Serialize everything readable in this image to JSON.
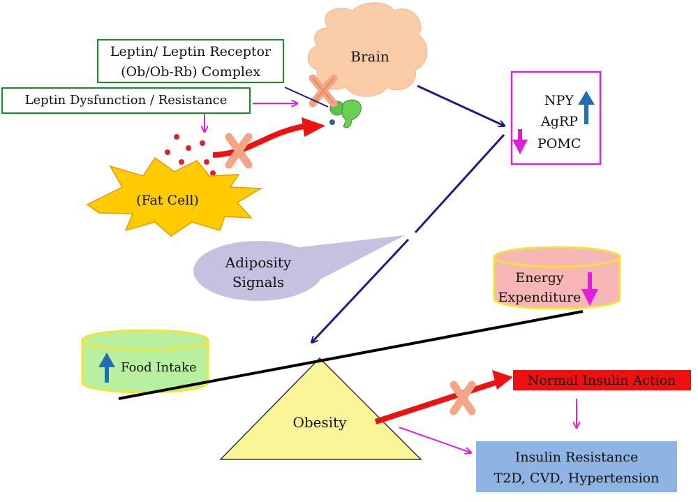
{
  "labels": {
    "brain": "Brain",
    "leptin_complex_line1": "Leptin/ Leptin Receptor",
    "leptin_complex_line2": "(Ob/Ob-Rb) Complex",
    "leptin_dysfunction": "Leptin Dysfunction / Resistance",
    "fat_cell": "(Fat Cell)",
    "npy": "NPY",
    "agrp": "AgRP",
    "pomc": "POMC",
    "adiposity_line1": "Adiposity",
    "adiposity_line2": "Signals",
    "energy_line1": "Energy",
    "energy_line2": "Expenditure",
    "food_intake": "Food Intake",
    "obesity": "Obesity",
    "normal_insulin": "Normal Insulin Action",
    "insulin_line1": "Insulin Resistance",
    "insulin_line2": "T2D, CVD, Hypertension"
  },
  "colors": {
    "green_border": "#1e8a2e",
    "magenta": "#e020d8",
    "dark_blue": "#1a1a8c",
    "red": "#ee1111",
    "brain": "#f9cba6",
    "fat_cell": "#ffcc00",
    "blue_arrow": "#1f6fb2",
    "energy_cyl": "#f7b7b7",
    "food_cyl": "#b8f0a0",
    "obesity_tri": "#fbf59a",
    "insulin_box": "#8db4e2",
    "adiposity": "#c8c0e0",
    "x_mark": "#f4a583"
  }
}
